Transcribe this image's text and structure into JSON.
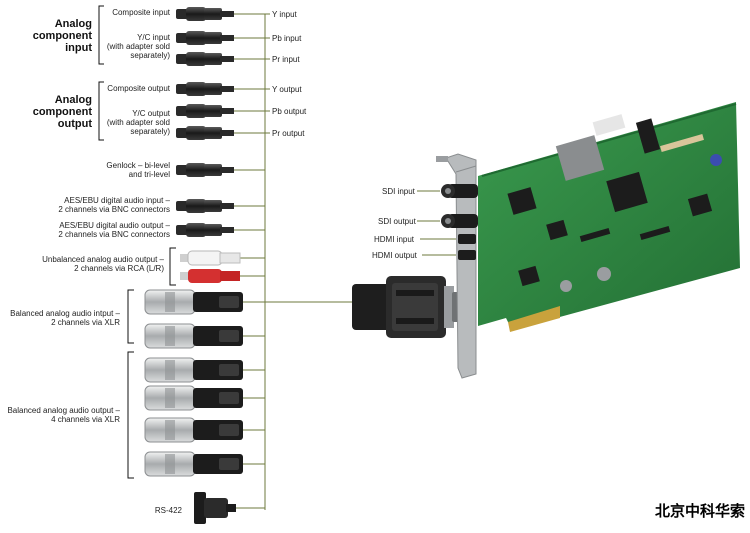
{
  "groups": {
    "analog_input": [
      "Analog",
      "component",
      "input"
    ],
    "analog_output": [
      "Analog",
      "component",
      "output"
    ]
  },
  "left_labels": {
    "composite_input": [
      "Composite input"
    ],
    "yc_input": [
      "Y/C input",
      "(with adapter sold",
      "separately)"
    ],
    "composite_output": [
      "Composite output"
    ],
    "yc_output": [
      "Y/C output",
      "(with adapter sold",
      "separately)"
    ],
    "genlock": [
      "Genlock – bi-level",
      "and tri-level"
    ],
    "aes_in": [
      "AES/EBU digital audio input –",
      "2 channels via BNC connectors"
    ],
    "aes_out": [
      "AES/EBU digital audio output –",
      "2 channels via BNC connectors"
    ],
    "unbal_out": [
      "Unbalanced analog audio output –",
      "2 channels via RCA (L/R)"
    ],
    "bal_in": [
      "Balanced analog audio intput –",
      "2 channels via XLR"
    ],
    "bal_out": [
      "Balanced analog audio output –",
      "4 channels via XLR"
    ],
    "rs422": [
      "RS-422"
    ]
  },
  "right_labels": {
    "y_input": "Y input",
    "pb_input": "Pb input",
    "pr_input": "Pr input",
    "y_output": "Y output",
    "pb_output": "Pb output",
    "pr_output": "Pr output"
  },
  "card_labels": {
    "sdi_input": "SDI input",
    "sdi_output": "SDI output",
    "hdmi_input": "HDMI input",
    "hdmi_output": "HDMI output"
  },
  "watermark": "北京中科华索",
  "colors": {
    "pcb": "#2f8a43",
    "pcb_dark": "#1f6a31",
    "line": "#6e7a3c",
    "bracket": "#9a9da0",
    "connector": "#1c1c1c",
    "rca_red": "#d43030",
    "xlr_silver": "#c9cbcc"
  }
}
